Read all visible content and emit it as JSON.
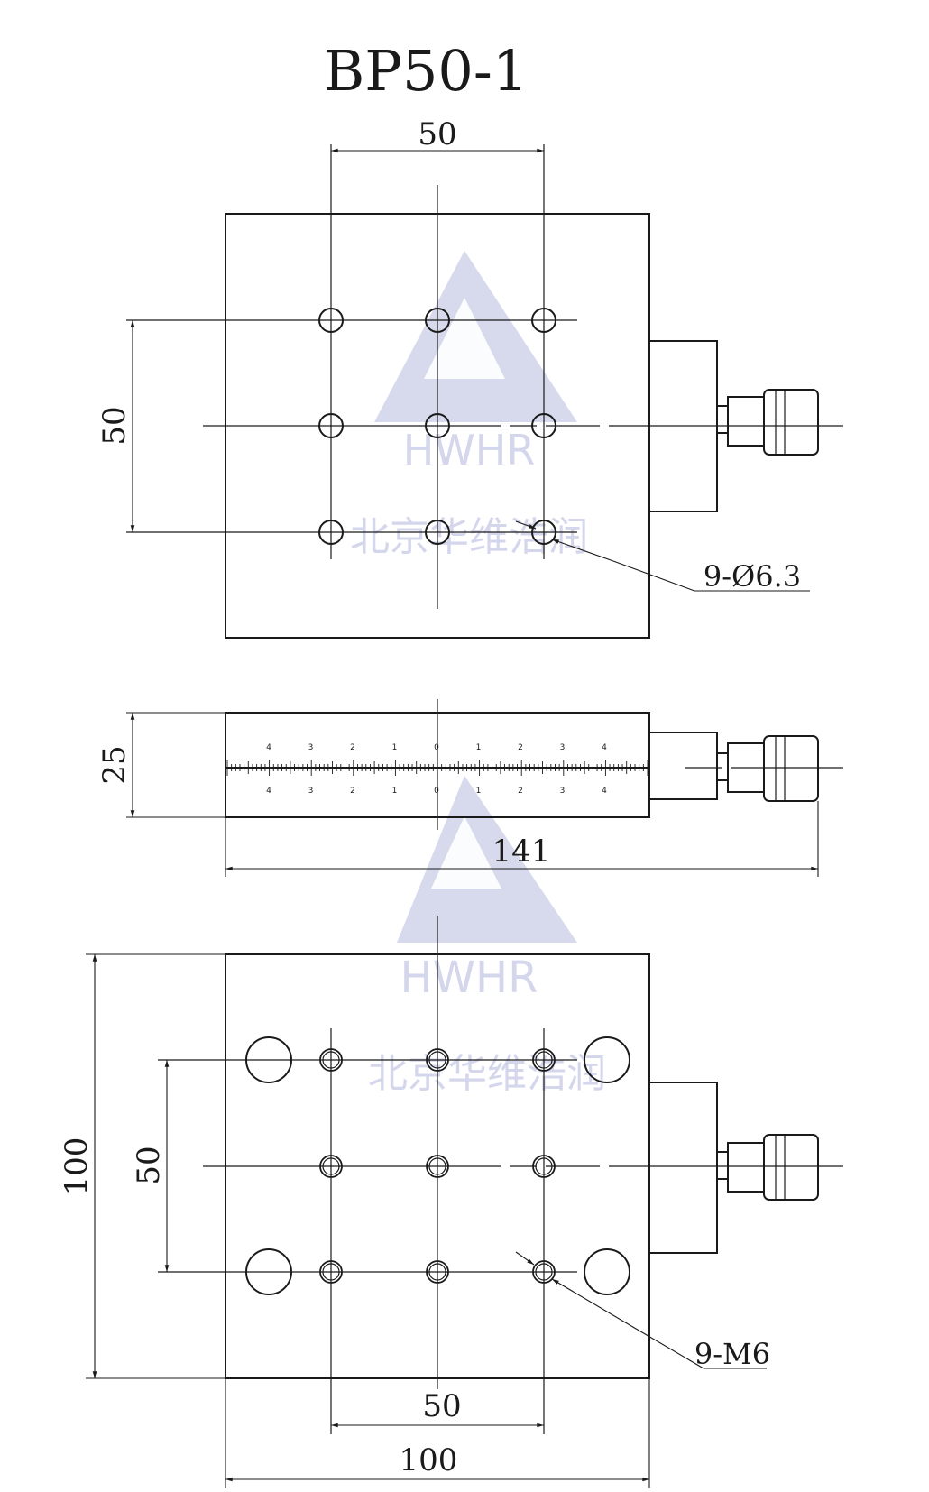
{
  "title": "BP50-1",
  "watermark": {
    "logo": "HWHR",
    "company": "北京华维浩润",
    "color": "#c9cce6"
  },
  "top_view": {
    "dim_top": "50",
    "dim_left": "50",
    "hole_callout": "9-Ø6.3"
  },
  "side_view": {
    "dim_height": "25",
    "dim_length": "141",
    "scale_labels": [
      "4",
      "3",
      "2",
      "1",
      "0",
      "1",
      "2",
      "3",
      "4"
    ]
  },
  "bottom_view": {
    "dim_height": "100",
    "dim_left": "50",
    "dim_inner_bottom": "50",
    "dim_width": "100",
    "hole_callout": "9-M6"
  },
  "colors": {
    "line": "#1a1a1a",
    "background": "#ffffff"
  }
}
